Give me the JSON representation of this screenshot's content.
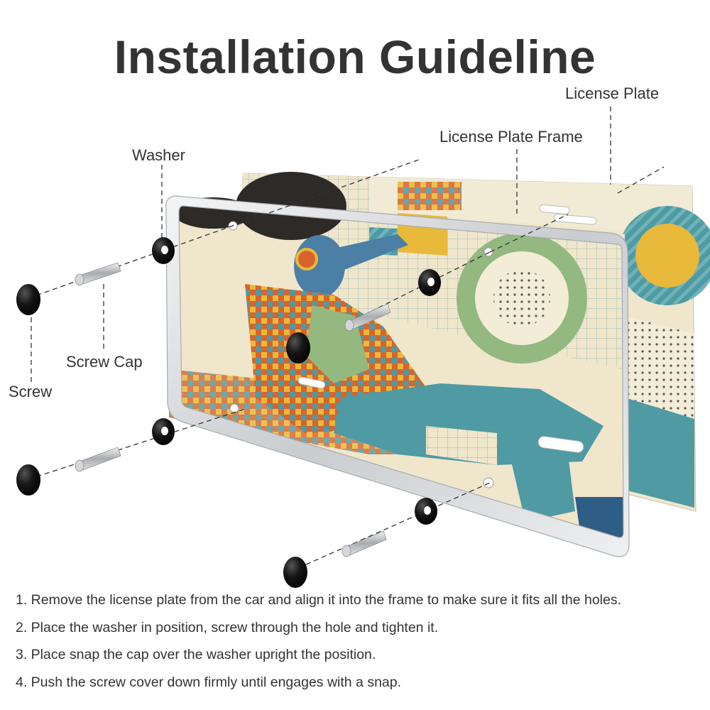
{
  "title": "Installation Guideline",
  "labels": {
    "license_plate": "License Plate",
    "license_plate_frame": "License Plate Frame",
    "washer": "Washer",
    "screw_cap": "Screw Cap",
    "screw": "Screw"
  },
  "steps": [
    "1. Remove the license plate from the car and align it into the frame to make sure it fits all the holes.",
    "2. Place the washer in position, screw through the hole and tighten it.",
    "3. Place snap the cap over the washer upright the position.",
    "4. Push the screw cover down firmly until engages with a snap."
  ],
  "colors": {
    "text": "#333333",
    "plate_cream": "#efe6cc",
    "plate_teal": "#4f9aa3",
    "plate_yellow": "#e8b93a",
    "plate_orange": "#d7642c",
    "plate_green": "#93b880",
    "frame_silver": "#d8dadd",
    "cap_black": "#111111"
  }
}
